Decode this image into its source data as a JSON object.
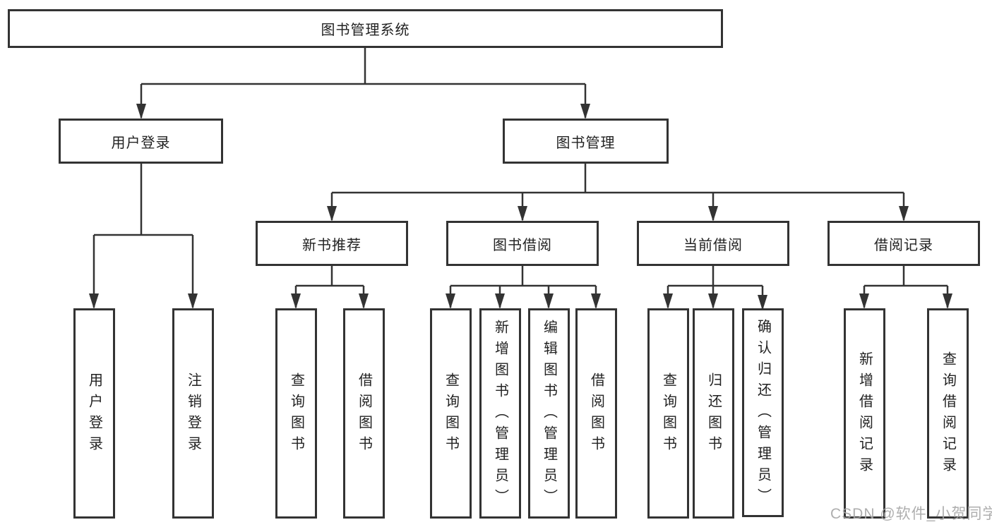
{
  "diagram": {
    "title": "图书管理系统",
    "root": {
      "label": "图书管理系统"
    },
    "level2": {
      "user_login": {
        "label": "用户登录"
      },
      "book_management": {
        "label": "图书管理"
      }
    },
    "level3": {
      "new_book_recommend": {
        "label": "新书推荐"
      },
      "book_borrow": {
        "label": "图书借阅"
      },
      "current_borrow": {
        "label": "当前借阅"
      },
      "borrow_records": {
        "label": "借阅记录"
      }
    },
    "leaves": {
      "user_login": [
        "用户登录",
        "注销登录"
      ],
      "new_book_recommend": [
        "查询图书",
        "借阅图书"
      ],
      "book_borrow": [
        "查询图书",
        "新增图书（管理员）",
        "编辑图书（管理员）",
        "借阅图书"
      ],
      "current_borrow": [
        "查询图书",
        "归还图书",
        "确认归还（管理员）"
      ],
      "borrow_records": [
        "新增借阅记录",
        "查询借阅记录"
      ]
    }
  },
  "watermark": "CSDN @软件_小贺同学",
  "colors": {
    "line": "#333333",
    "text": "#222222",
    "box_background": "#ffffff",
    "watermark": "#a6a6a6"
  }
}
